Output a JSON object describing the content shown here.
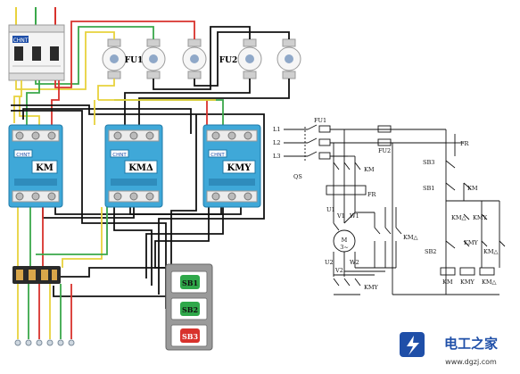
{
  "wiring": {
    "fuse_group_1": "FU1",
    "fuse_group_2": "FU2",
    "breaker_brand": "CHNT",
    "contactor_brand": "CHNT",
    "contactors": [
      "KM",
      "KMΔ",
      "KMY"
    ],
    "buttons": [
      "SB1",
      "SB2",
      "SB3"
    ]
  },
  "schematic": {
    "lines": [
      "L1",
      "L2",
      "L3"
    ],
    "qs": "QS",
    "fu1": "FU1",
    "fu2": "FU2",
    "km": "KM",
    "fr": "FR",
    "u1": "U1",
    "v1": "V1",
    "w1": "W1",
    "motor_m": "M",
    "motor_3": "3~",
    "km_delta": "KM△",
    "u2": "U2",
    "v2": "V2",
    "w2": "W2",
    "kmy": "KMY",
    "ctrl_fr": "FR",
    "sb3": "SB3",
    "sb1": "SB1",
    "ctrl_km": "KM",
    "ctrl_km_delta": "KM△",
    "ctrl_kmy": "KMY",
    "sb2": "SB2",
    "ctrl_km_delta2": "KM△",
    "ctrl_kmy2": "KMY",
    "coil_km": "KM",
    "coil_kmy": "KMY",
    "coil_km_delta": "KM△"
  },
  "watermark": {
    "title": "电工之家",
    "url": "www.dgzj.com"
  },
  "colors": {
    "phase_yellow": "#e8d23c",
    "phase_green": "#3aa84a",
    "phase_red": "#d8322c",
    "contactor_blue": "#3fa8d8",
    "wire_black": "#111111"
  }
}
